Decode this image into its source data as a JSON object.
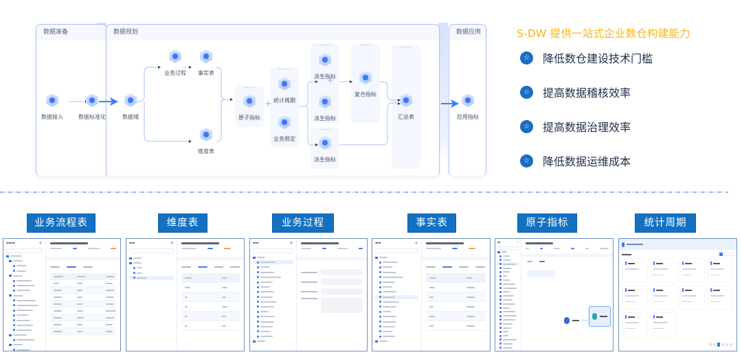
{
  "diagram": {
    "stages": [
      {
        "id": "prep",
        "title": "数据准备"
      },
      {
        "id": "plan",
        "title": "数据规划"
      },
      {
        "id": "app",
        "title": "数据应用"
      }
    ],
    "nodes": {
      "data_access": "数据接入",
      "data_standardize": "数据标准化",
      "data_domain": "数据域",
      "business_process": "业务过程",
      "fact_table": "事实表",
      "dimension_table": "维度表",
      "atomic_metric": "原子指标",
      "stat_period": "统计周期",
      "business_qualifier": "业务限定",
      "derived_metric_1": "派生指标",
      "derived_metric_2": "派生指标",
      "derived_metric_3": "派生指标",
      "composite_metric": "复合指标",
      "summary_table": "汇总表",
      "app_metric": "应用指标"
    },
    "plus_symbol": "+"
  },
  "features": {
    "title": "S-DW 提供一站式企业数仓构建能力",
    "title_color": "#f9b51a",
    "items": [
      {
        "icon": "star-icon",
        "text": "降低数仓建设技术门槛"
      },
      {
        "icon": "star-icon",
        "text": "提高数据稽核效率"
      },
      {
        "icon": "star-icon",
        "text": "提高数据治理效率"
      },
      {
        "icon": "star-icon",
        "text": "降低数据运维成本"
      }
    ],
    "badge_color": "#1c6bc5"
  },
  "screenshots": [
    {
      "label": "业务流程表"
    },
    {
      "label": "维度表"
    },
    {
      "label": "业务过程"
    },
    {
      "label": "事实表"
    },
    {
      "label": "原子指标"
    },
    {
      "label": "统计周期"
    }
  ],
  "colors": {
    "label_bg": "#1471c2",
    "accent": "#3d7bf0"
  }
}
